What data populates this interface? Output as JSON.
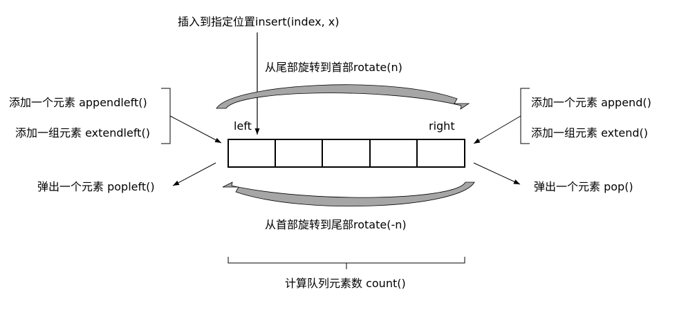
{
  "labels": {
    "insert": "插入到指定位置insert(index, x)",
    "rotate_right": "从尾部旋转到首部rotate(n)",
    "rotate_left": "从首部旋转到尾部rotate(-n)",
    "left": "left",
    "right": "right",
    "appendleft": "添加一个元素 appendleft()",
    "extendleft": "添加一组元素 extendleft()",
    "append": "添加一个元素 append()",
    "extend": "添加一组元素 extend()",
    "popleft": "弹出一个元素 popleft()",
    "pop": "弹出一个元素 pop()",
    "count": "计算队列元素数 count()"
  },
  "deque": {
    "cell_count": 5
  },
  "colors": {
    "line": "#000000",
    "arrow_fill": "#a6a6a6",
    "background": "#ffffff"
  }
}
